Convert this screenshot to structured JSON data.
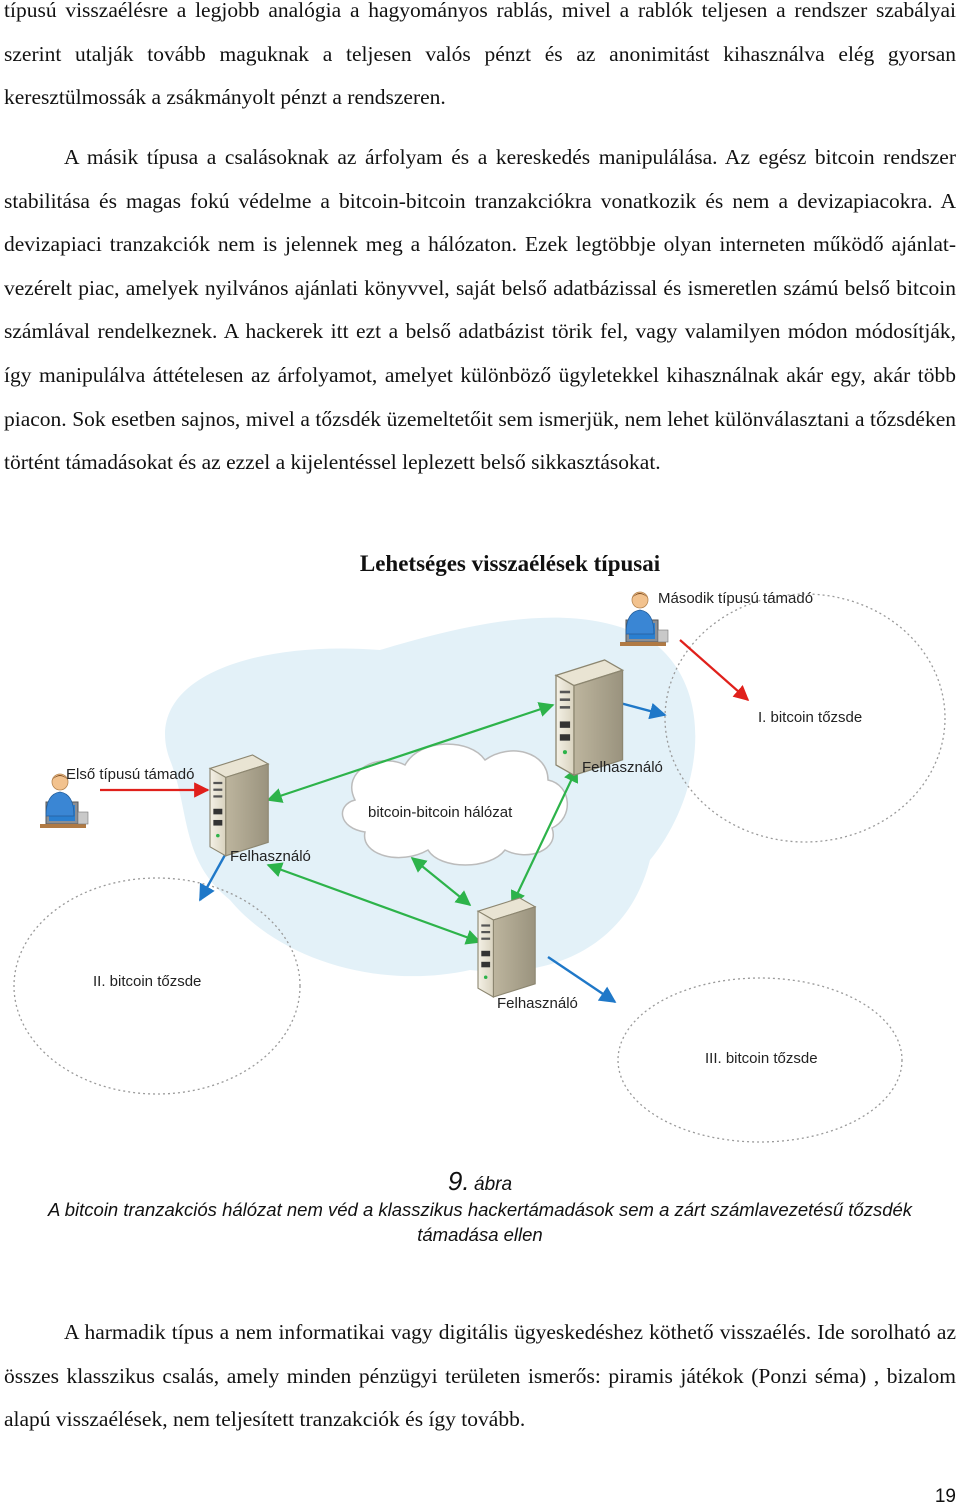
{
  "paragraphs": [
    "típusú visszaélésre a legjobb analógia a hagyományos rablás, mivel a rablók teljesen a rendszer szabályai szerint utalják tovább maguknak a teljesen valós pénzt és az anonimitást kihasználva elég gyorsan keresztülmossák a zsákmányolt pénzt a rendszeren.",
    "A másik típusa a csalásoknak az árfolyam és a kereskedés manipulálása. Az egész bitcoin rendszer stabilitása és magas fokú védelme a bitcoin-bitcoin tranzakciókra vonatkozik és nem a devizapiacokra. A devizapiaci tranzakciók nem is jelennek meg a hálózaton. Ezek legtöbbje olyan interneten működő ajánlat- vezérelt piac, amelyek nyilvános ajánlati könyvvel, saját belső adatbázissal és ismeretlen számú belső bitcoin számlával rendelkeznek. A hackerek itt ezt a belső adatbázist törik fel, vagy valamilyen módon módosítják, így manipulálva áttételesen az árfolyamot, amelyet különböző ügyletekkel kihasználnak akár egy, akár több piacon. Sok esetben sajnos, mivel a tőzsdék üzemeltetőit sem ismerjük, nem lehet különválasztani a tőzsdéken történt támadásokat és az ezzel a kijelentéssel leplezett belső sikkasztásokat.",
    "A harmadik típus a nem informatikai vagy digitális ügyeskedéshez köthető visszaélés. Ide sorolható az összes klasszikus csalás, amely minden pénzügyi területen ismerős: piramis játékok (Ponzi séma) , bizalom alapú visszaélések, nem teljesített tranzakciók és így tovább."
  ],
  "figure": {
    "title": "Lehetséges visszaélések típusai",
    "labels": {
      "attacker2": "Második típusú támadó",
      "attacker1": "Első típusú támadó",
      "exchange1": "I. bitcoin tőzsde",
      "exchange2": "II. bitcoin tőzsde",
      "exchange3": "III. bitcoin tőzsde",
      "network": "bitcoin-bitcoin hálózat",
      "user": "Felhasználó"
    },
    "colors": {
      "attack_arrow": "#e0201b",
      "user_arrow": "#1f78c8",
      "network_arrow": "#2db34a",
      "background_blob": "#e3f1f8"
    },
    "number": "9.",
    "number_word": "ábra",
    "caption": "A bitcoin tranzakciós hálózat nem véd a klasszikus hackertámadások sem a zárt számlavezetésű tőzsdék támadása ellen"
  },
  "page_number": "19"
}
